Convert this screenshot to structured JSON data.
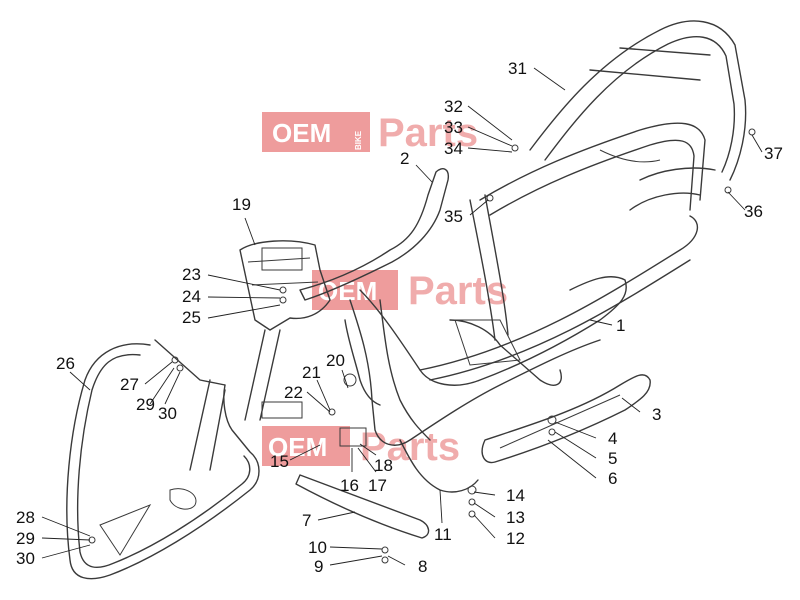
{
  "watermark": {
    "oem": "OEM",
    "bike": "BIKE",
    "parts": "Parts"
  },
  "callouts": [
    {
      "id": "c1",
      "label": "1"
    },
    {
      "id": "c2",
      "label": "2"
    },
    {
      "id": "c3",
      "label": "3"
    },
    {
      "id": "c4",
      "label": "4"
    },
    {
      "id": "c5",
      "label": "5"
    },
    {
      "id": "c6",
      "label": "6"
    },
    {
      "id": "c7",
      "label": "7"
    },
    {
      "id": "c8",
      "label": "8"
    },
    {
      "id": "c9",
      "label": "9"
    },
    {
      "id": "c10",
      "label": "10"
    },
    {
      "id": "c11",
      "label": "11"
    },
    {
      "id": "c12",
      "label": "12"
    },
    {
      "id": "c13",
      "label": "13"
    },
    {
      "id": "c14",
      "label": "14"
    },
    {
      "id": "c15",
      "label": "15"
    },
    {
      "id": "c16",
      "label": "16"
    },
    {
      "id": "c17",
      "label": "17"
    },
    {
      "id": "c18",
      "label": "18"
    },
    {
      "id": "c19",
      "label": "19"
    },
    {
      "id": "c20",
      "label": "20"
    },
    {
      "id": "c21",
      "label": "21"
    },
    {
      "id": "c22",
      "label": "22"
    },
    {
      "id": "c23",
      "label": "23"
    },
    {
      "id": "c24",
      "label": "24"
    },
    {
      "id": "c25",
      "label": "25"
    },
    {
      "id": "c26",
      "label": "26"
    },
    {
      "id": "c27",
      "label": "27"
    },
    {
      "id": "c28",
      "label": "28"
    },
    {
      "id": "c29a",
      "label": "29"
    },
    {
      "id": "c29b",
      "label": "29"
    },
    {
      "id": "c30a",
      "label": "30"
    },
    {
      "id": "c30b",
      "label": "30"
    },
    {
      "id": "c31",
      "label": "31"
    },
    {
      "id": "c32",
      "label": "32"
    },
    {
      "id": "c33",
      "label": "33"
    },
    {
      "id": "c34",
      "label": "34"
    },
    {
      "id": "c35",
      "label": "35"
    },
    {
      "id": "c36",
      "label": "36"
    },
    {
      "id": "c37",
      "label": "37"
    }
  ]
}
